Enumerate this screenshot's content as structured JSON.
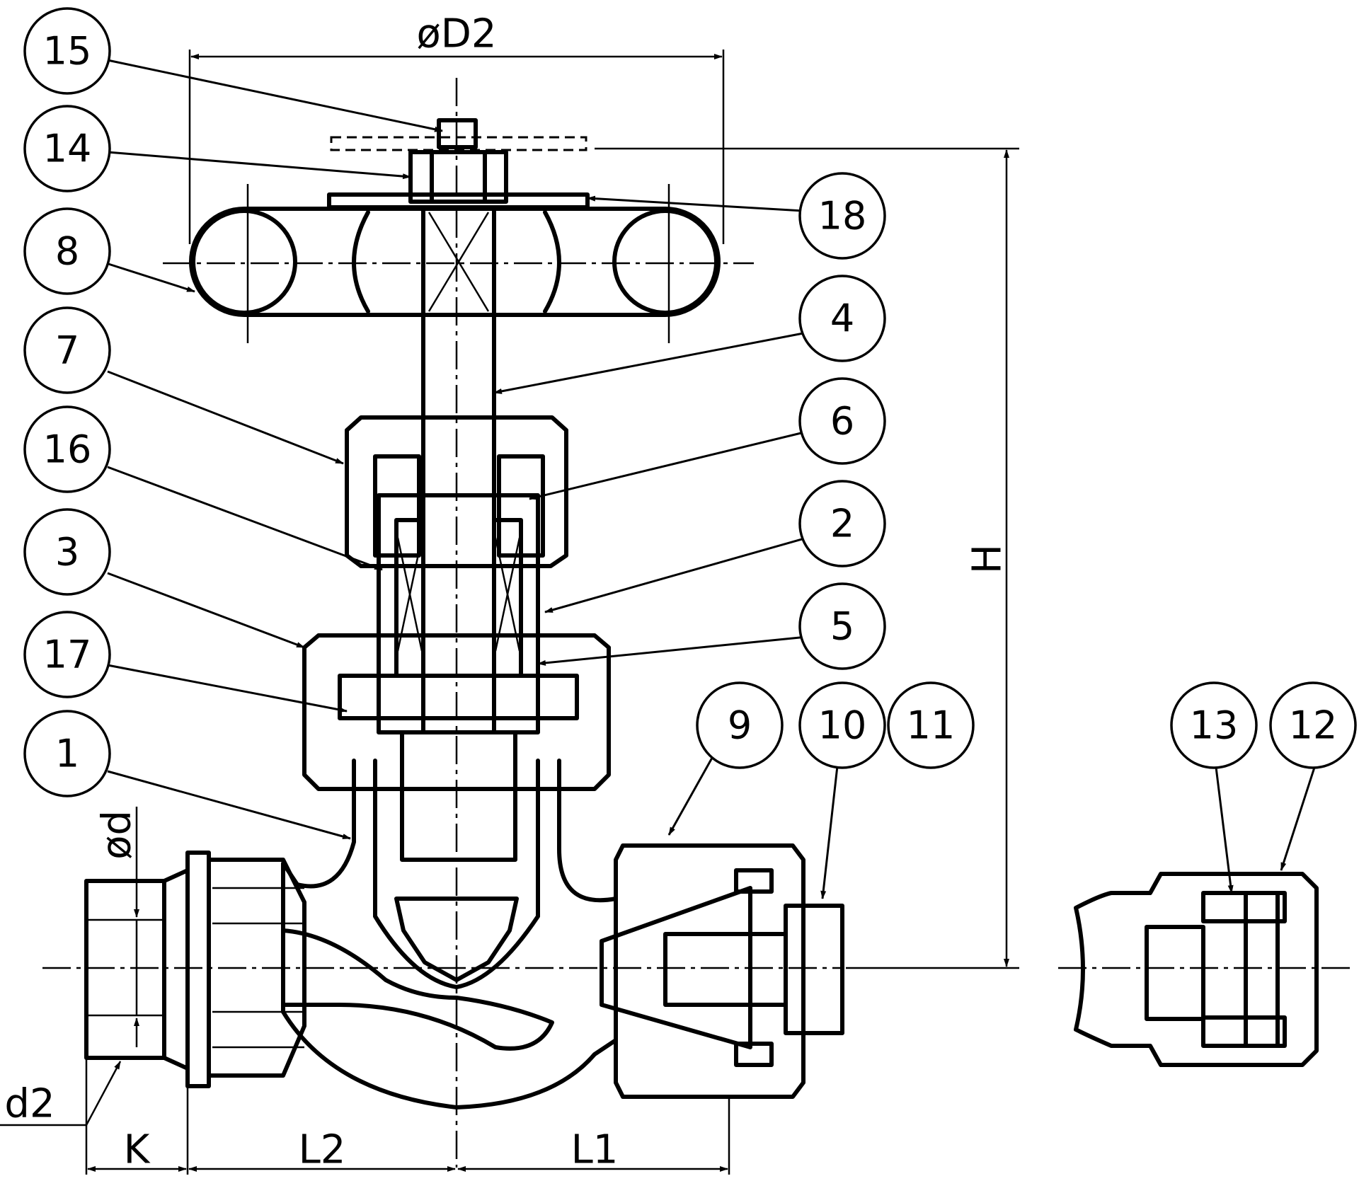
{
  "drawing": {
    "dimensions": {
      "D2": "øD2",
      "H": "H",
      "d": "ød",
      "d2": "d2",
      "K": "K",
      "L1": "L1",
      "L2": "L2"
    },
    "balloons": [
      "15",
      "14",
      "8",
      "7",
      "16",
      "3",
      "17",
      "1",
      "18",
      "4",
      "6",
      "2",
      "5",
      "9",
      "10",
      "11",
      "13",
      "12"
    ]
  }
}
